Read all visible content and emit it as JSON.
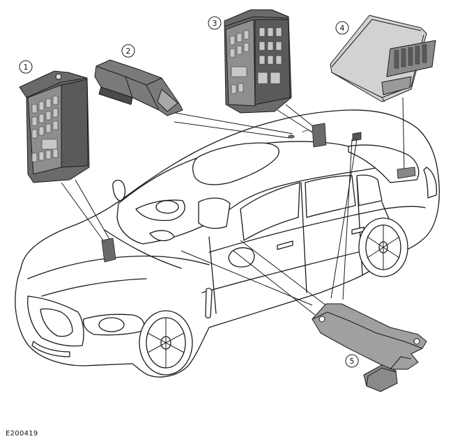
{
  "figure_id": "E200419",
  "callouts": [
    {
      "number": "1"
    },
    {
      "number": "2"
    },
    {
      "number": "3"
    },
    {
      "number": "4"
    },
    {
      "number": "5"
    }
  ],
  "colors": {
    "line": "#1a1a1a",
    "module_dark": "#5a5a5a",
    "module_mid": "#8c8c8c",
    "module_light": "#c4c4c4",
    "body_fill": "#ffffff"
  }
}
